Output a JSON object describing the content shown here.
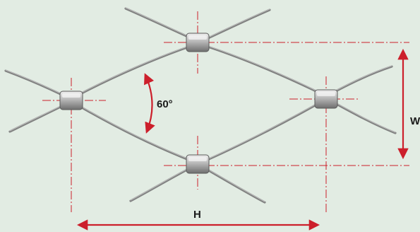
{
  "diagram": {
    "angle_label": "60°",
    "width_label": "W",
    "height_label": "H"
  },
  "colors": {
    "background": "#e2ece3",
    "dimension_lines": "#cc1f2b",
    "cable": "#8f8f8f",
    "ferrule": "#b3b3b3",
    "label_text": "#1a1a1a"
  }
}
